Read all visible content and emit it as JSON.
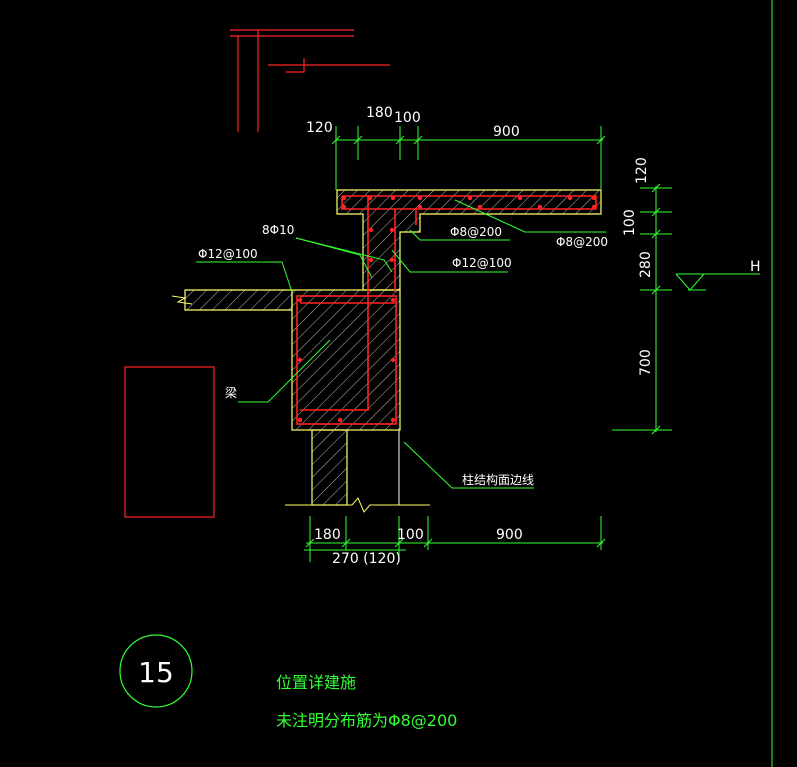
{
  "dimensions": {
    "top": [
      "120",
      "180",
      "100",
      "900"
    ],
    "right": [
      "120",
      "100",
      "280",
      "700"
    ],
    "bottom": [
      "180",
      "100",
      "900"
    ],
    "bottom_total": "270 (120)"
  },
  "labels": {
    "bars_8phi10": "8Φ10",
    "phi8_200_stem": "Φ8@200",
    "phi8_200_slab": "Φ8@200",
    "phi12_100_right": "Φ12@100",
    "phi12_100_left": "Φ12@100",
    "beam": "梁",
    "column_edge": "柱结构面边线",
    "level": "H"
  },
  "detail_number": "15",
  "notes": {
    "line1": "位置详建施",
    "line2": "未注明分布筋为Φ8@200"
  },
  "colors": {
    "background": "#000000",
    "outline": "#ffff66",
    "rebar": "#ff2222",
    "leader": "#33ff33",
    "text": "#ffffff",
    "note": "#33ff33",
    "red_frame": "#ff2222"
  }
}
